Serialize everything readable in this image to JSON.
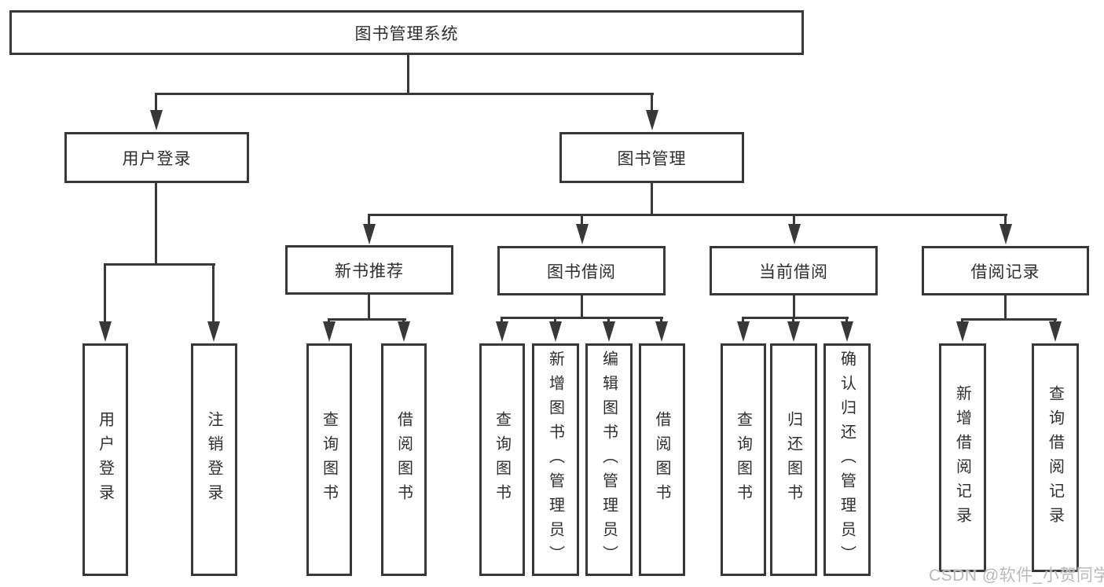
{
  "diagram": {
    "root": "图书管理系统",
    "branches": [
      {
        "label": "用户登录",
        "leaves": [
          "用户登录",
          "注销登录"
        ]
      },
      {
        "label": "图书管理",
        "groups": [
          {
            "label": "新书推荐",
            "leaves": [
              "查询图书",
              "借阅图书"
            ]
          },
          {
            "label": "图书借阅",
            "leaves": [
              "查询图书",
              "新增图书（管理员）",
              "编辑图书（管理员）",
              "借阅图书"
            ]
          },
          {
            "label": "当前借阅",
            "leaves": [
              "查询图书",
              "归还图书",
              "确认归还（管理员）"
            ]
          },
          {
            "label": "借阅记录",
            "leaves": [
              "新增借阅记录",
              "查询借阅记录"
            ]
          }
        ]
      }
    ]
  },
  "colors": {
    "line": "#383838",
    "text": "#2f2f2f",
    "background": "#ffffff",
    "watermark": "#b9b9b9"
  },
  "watermark": "CSDN @软件_小贺同学"
}
